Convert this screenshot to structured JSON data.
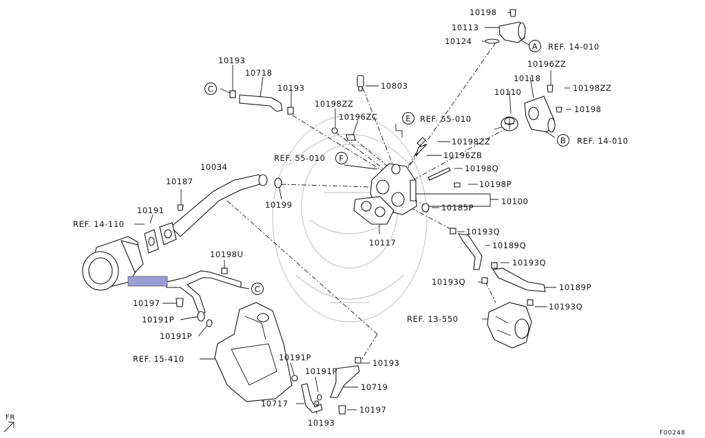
{
  "diagram": {
    "figure_code": "F00248",
    "front_marker": "FR",
    "highlight_color": "#9a9ed4",
    "part_numbers": [
      "10198",
      "10113",
      "10124",
      "10193",
      "10718",
      "10193",
      "10803",
      "10196ZZ",
      "10118",
      "10198ZZ",
      "10110",
      "10198",
      "10198ZZ",
      "10196ZC",
      "10198ZZ",
      "10196ZB",
      "10034",
      "10198Q",
      "10187",
      "10198P",
      "10199",
      "10100",
      "10191",
      "10185P",
      "10117",
      "10193Q",
      "10189Q",
      "10198U",
      "10193Q",
      "10193Q",
      "10189P",
      "10197",
      "10193Q",
      "10191P",
      "10191P",
      "10191P",
      "10193",
      "10191P",
      "10719",
      "10717",
      "10193",
      "10197"
    ],
    "references": [
      "REF. 14-010",
      "REF. 14-010",
      "REF. 55-010",
      "REF. 55-010",
      "REF. 14-110",
      "REF. 13-550",
      "REF. 15-410"
    ],
    "callout_letters": [
      "A",
      "B",
      "C",
      "C",
      "E",
      "F"
    ]
  }
}
